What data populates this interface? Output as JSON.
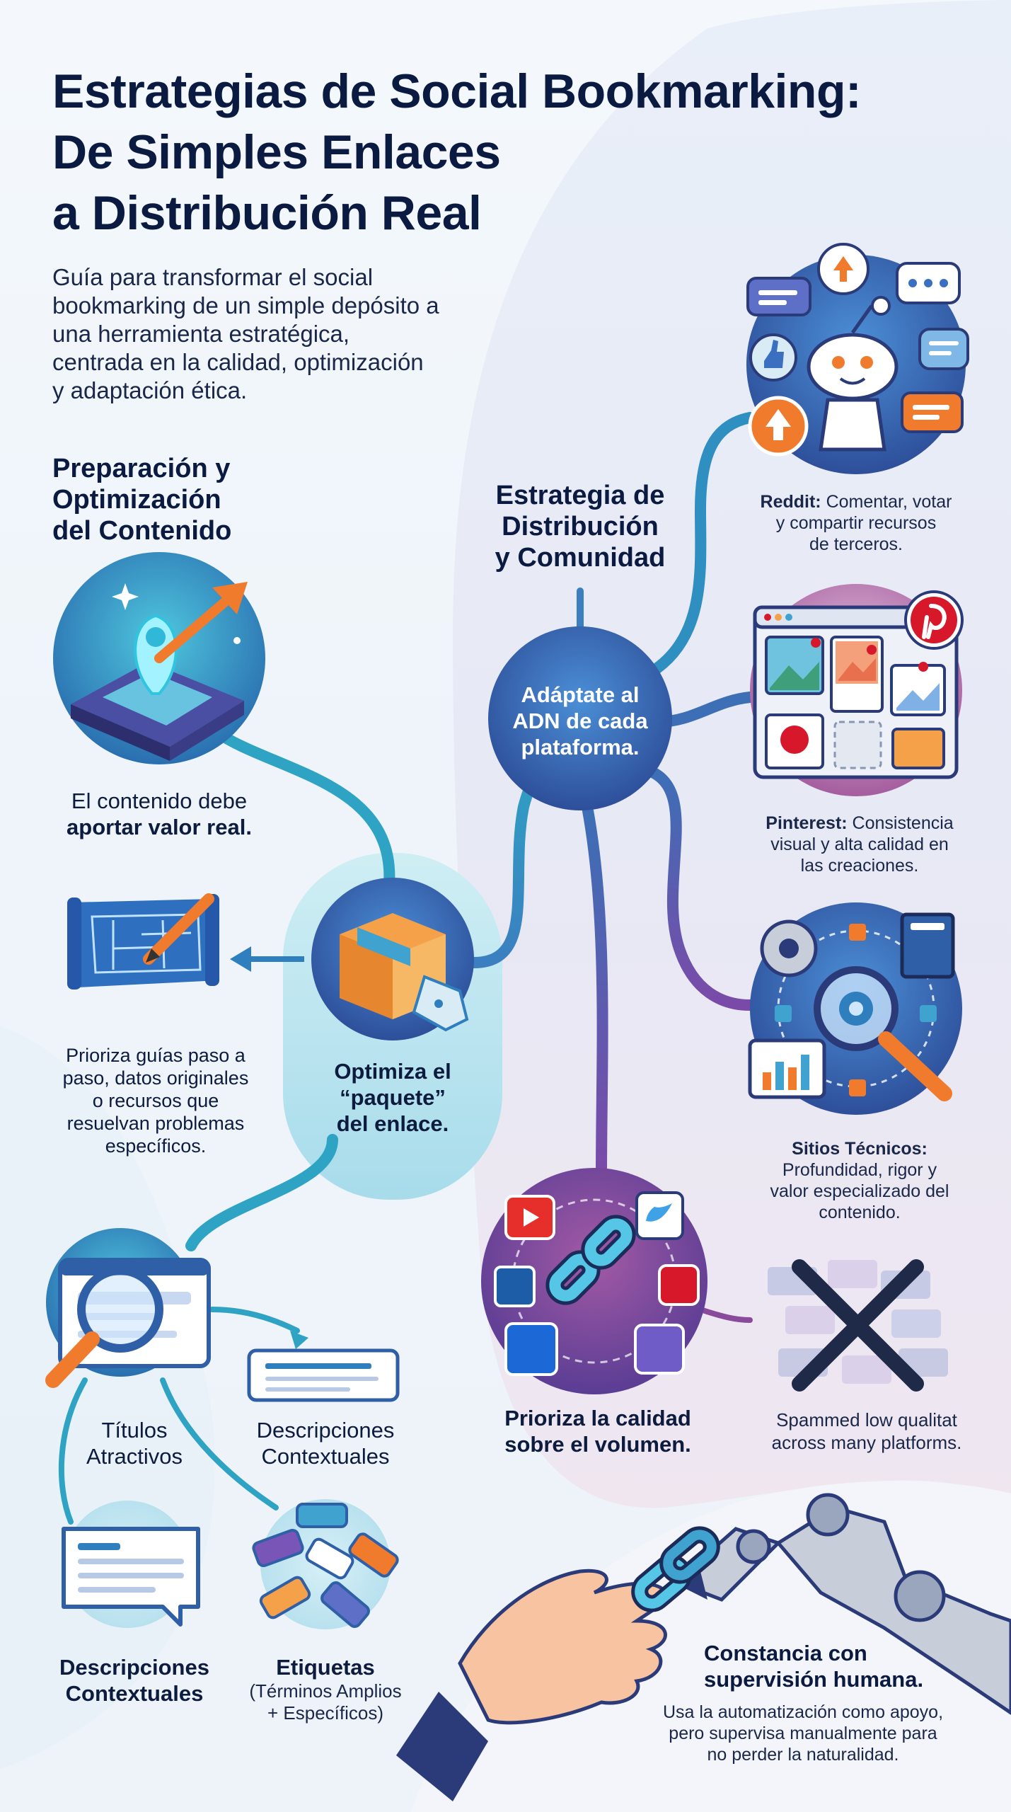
{
  "title": {
    "line1": "Estrategias de Social Bookmarking:",
    "line2": "De Simples Enlaces",
    "line3": "a Distribución Real"
  },
  "intro": {
    "line1": "Guía para transformar el social",
    "line2": "bookmarking de un simple depósito a",
    "line3": "una herramienta estratégica,",
    "line4": "centrada en la calidad, optimización",
    "line5": "y adaptación ética."
  },
  "left_section": {
    "heading_line1": "Preparación y",
    "heading_line2": "Optimización",
    "heading_line3": "del Contenido",
    "value_caption_line1": "El contenido debe",
    "value_caption_line2": "aportar valor real.",
    "priority_line1": "Prioriza guías paso a",
    "priority_line2": "paso, datos originales",
    "priority_line3": "o recursos que",
    "priority_line4": "resuelvan problemas",
    "priority_line5": "específicos.",
    "package_line1": "Optimiza el",
    "package_line2": "“paquete”",
    "package_line3": "del enlace.",
    "titles_line1": "Títulos",
    "titles_line2": "Atractivos",
    "desc_a_line1": "Descripciones",
    "desc_a_line2": "Contextuales",
    "desc_b_line1": "Descripciones",
    "desc_b_line2": "Contextuales",
    "tags_title": "Etiquetas",
    "tags_sub_line1": "(Términos Amplios",
    "tags_sub_line2": "+ Específicos)"
  },
  "right_section": {
    "heading_line1": "Estrategia de",
    "heading_line2": "Distribución",
    "heading_line3": "y Comunidad",
    "hub_line1": "Adáptate al",
    "hub_line2": "ADN de cada",
    "hub_line3": "plataforma.",
    "reddit_name": "Reddit:",
    "reddit_line1": " Comentar, votar",
    "reddit_line2": "y compartir recursos",
    "reddit_line3": "de terceros.",
    "pinterest_name": "Pinterest:",
    "pinterest_line1": " Consistencia",
    "pinterest_line2": "visual y alta calidad en",
    "pinterest_line3": "las creaciones.",
    "tech_name": "Sitios Técnicos:",
    "tech_line1": "Profundidad, rigor y",
    "tech_line2": "valor especializado del",
    "tech_line3": "contenido.",
    "quality_line1": "Prioriza la calidad",
    "quality_line2": "sobre el volumen.",
    "spam_line1": "Spammed low qualitat",
    "spam_line2": "across many platforms."
  },
  "bottom": {
    "heading_line1": "Constancia con",
    "heading_line2": "supervisión humana.",
    "desc_line1": "Usa la automatización como apoyo,",
    "desc_line2": "pero supervisa manualmente para",
    "desc_line3": "no perder la naturalidad."
  },
  "icons": [
    "ai-target-chip-icon",
    "blueprint-pencil-icon",
    "package-tag-icon",
    "magnifier-browser-icon",
    "description-card-icon",
    "speech-bubble-icon",
    "tags-icon",
    "reddit-mascot-icon",
    "pinterest-board-icon",
    "gear-network-icon",
    "chain-link-network-icon",
    "spam-cross-icon",
    "robot-hand-chain-icon"
  ],
  "colors": {
    "title": "#0b1a40",
    "hub_blue": "#2f5fa6",
    "path_teal": "#2ea3c4",
    "path_purple": "#7b4aa8",
    "accent_orange": "#f07b2c",
    "pinterest_red": "#d7182a"
  }
}
